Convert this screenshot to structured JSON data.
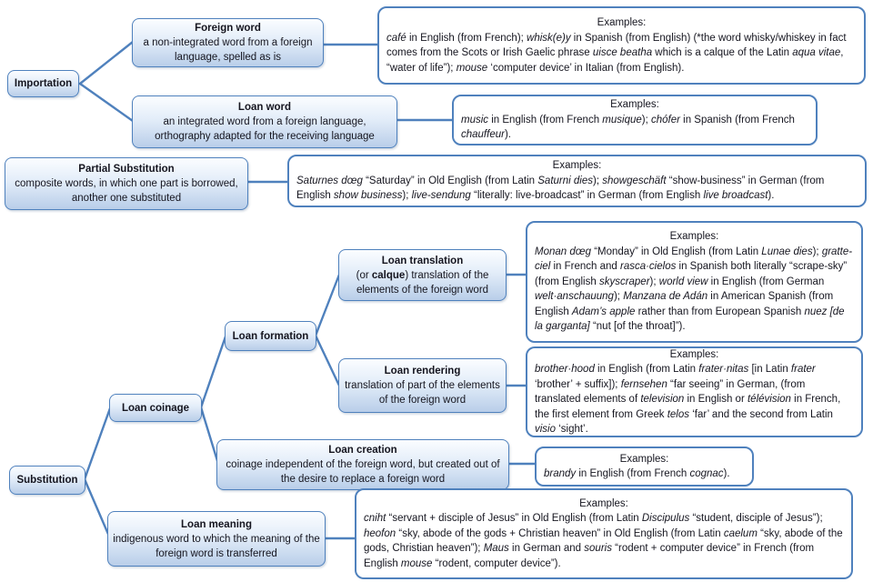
{
  "colors": {
    "accent": "#4f81bd",
    "node_fill_top": "#fbfdff",
    "node_fill_bottom": "#b9cee9",
    "example_background": "#ffffff",
    "text": "#15151f"
  },
  "nodes": {
    "importation": {
      "title": "Importation"
    },
    "foreign_word": {
      "title": "Foreign word",
      "desc": [
        [
          "r",
          "a non-integrated word from a foreign language, spelled as is"
        ]
      ]
    },
    "loan_word": {
      "title": "Loan word",
      "desc": [
        [
          "r",
          "an integrated word from a foreign language, orthography adapted for the receiving language"
        ]
      ]
    },
    "partial_substitution": {
      "title": "Partial Substitution",
      "desc": [
        [
          "r",
          "composite words, in which one part is borrowed, another one substituted"
        ]
      ]
    },
    "loan_translation": {
      "title": "Loan translation",
      "desc": [
        [
          "r",
          "(or "
        ],
        [
          "b",
          "calque"
        ],
        [
          "r",
          ") translation of the elements of the foreign word"
        ]
      ]
    },
    "loan_formation": {
      "title": "Loan formation"
    },
    "loan_rendering": {
      "title": "Loan rendering",
      "desc": [
        [
          "r",
          "translation of part of the elements of the foreign word"
        ]
      ]
    },
    "loan_coinage": {
      "title": "Loan coinage"
    },
    "loan_creation": {
      "title": "Loan creation",
      "desc": [
        [
          "r",
          "coinage independent of the foreign word, but created out of the desire to replace a foreign word"
        ]
      ]
    },
    "substitution": {
      "title": "Substitution"
    },
    "loan_meaning": {
      "title": "Loan meaning",
      "desc": [
        [
          "r",
          "indigenous word to which the meaning of the foreign word is transferred"
        ]
      ]
    }
  },
  "examples": {
    "foreign_word": {
      "header": "Examples:",
      "body": [
        [
          "i",
          "café"
        ],
        [
          "r",
          " in English (from French); "
        ],
        [
          "i",
          "whisk(e)y"
        ],
        [
          "r",
          " in Spanish (from English) (*the word whisky/whiskey in fact comes from the Scots or Irish Gaelic phrase "
        ],
        [
          "i",
          "uisce beatha"
        ],
        [
          "r",
          " which is a calque of the Latin "
        ],
        [
          "i",
          "aqua vitae"
        ],
        [
          "r",
          ", “water of life”); "
        ],
        [
          "i",
          "mouse"
        ],
        [
          "r",
          " ‘computer device’ in Italian (from English)."
        ]
      ]
    },
    "loan_word": {
      "header": "Examples:",
      "body": [
        [
          "i",
          "music"
        ],
        [
          "r",
          " in English (from French "
        ],
        [
          "i",
          "musique"
        ],
        [
          "r",
          "); "
        ],
        [
          "i",
          "chófer"
        ],
        [
          "r",
          " in Spanish (from French "
        ],
        [
          "i",
          "chauffeur"
        ],
        [
          "r",
          ")."
        ]
      ]
    },
    "partial_substitution": {
      "header": "Examples:",
      "body": [
        [
          "i",
          "Saturnes dœg"
        ],
        [
          "r",
          " “Saturday” in Old English (from Latin "
        ],
        [
          "i",
          "Saturni dies"
        ],
        [
          "r",
          "); "
        ],
        [
          "i",
          "showgeschäft"
        ],
        [
          "r",
          " “show-business” in German (from English "
        ],
        [
          "i",
          "show business"
        ],
        [
          "r",
          "); "
        ],
        [
          "i",
          "live-sendung"
        ],
        [
          "r",
          " “literally: live-broadcast” in German (from English "
        ],
        [
          "i",
          "live broadcast"
        ],
        [
          "r",
          ")."
        ]
      ]
    },
    "loan_translation": {
      "header": "Examples:",
      "body": [
        [
          "i",
          "Monan dœg"
        ],
        [
          "r",
          " “Monday” in Old English (from Latin "
        ],
        [
          "i",
          "Lunae dies"
        ],
        [
          "r",
          "); "
        ],
        [
          "i",
          "gratte-ciel"
        ],
        [
          "r",
          " in French and "
        ],
        [
          "i",
          "rasca·cielos"
        ],
        [
          "r",
          " in Spanish both literally “scrape-sky” (from English "
        ],
        [
          "i",
          "skyscraper"
        ],
        [
          "r",
          "); "
        ],
        [
          "i",
          "world view"
        ],
        [
          "r",
          " in English (from German "
        ],
        [
          "i",
          "welt·anschauung"
        ],
        [
          "r",
          "); "
        ],
        [
          "i",
          "Manzana de Adán"
        ],
        [
          "r",
          " in American Spanish (from English "
        ],
        [
          "i",
          "Adam’s apple"
        ],
        [
          "r",
          " rather than from European Spanish "
        ],
        [
          "i",
          "nuez [de la garganta]"
        ],
        [
          "r",
          " “nut [of the throat]”)."
        ]
      ]
    },
    "loan_rendering": {
      "header": "Examples:",
      "body": [
        [
          "i",
          "brother·hood"
        ],
        [
          "r",
          " in English (from Latin "
        ],
        [
          "i",
          "frater·nitas"
        ],
        [
          "r",
          " [in Latin "
        ],
        [
          "i",
          "frater"
        ],
        [
          "r",
          " ‘brother’ + suffix]); "
        ],
        [
          "i",
          "fernsehen"
        ],
        [
          "r",
          " “far seeing” in German, (from translated elements of "
        ],
        [
          "i",
          "television"
        ],
        [
          "r",
          " in English or "
        ],
        [
          "i",
          "télévision"
        ],
        [
          "r",
          " in French, the first element from Greek "
        ],
        [
          "i",
          "telos"
        ],
        [
          "r",
          " ‘far’ and the second from Latin "
        ],
        [
          "i",
          "visio"
        ],
        [
          "r",
          " ‘sight’."
        ]
      ]
    },
    "loan_creation": {
      "header": "Examples:",
      "body": [
        [
          "i",
          "brandy"
        ],
        [
          "r",
          " in English (from French "
        ],
        [
          "i",
          "cognac"
        ],
        [
          "r",
          ")."
        ]
      ]
    },
    "loan_meaning": {
      "header": "Examples:",
      "body": [
        [
          "i",
          "cniht"
        ],
        [
          "r",
          " “servant + disciple of Jesus” in Old English (from Latin "
        ],
        [
          "i",
          "Discipulus"
        ],
        [
          "r",
          " “student, disciple of Jesus”); "
        ],
        [
          "i",
          "heofon"
        ],
        [
          "r",
          " “sky, abode of the gods + Christian heaven” in Old English (from Latin "
        ],
        [
          "i",
          "caelum"
        ],
        [
          "r",
          " “sky, abode of the gods, Christian heaven”); "
        ],
        [
          "i",
          "Maus"
        ],
        [
          "r",
          " in German and "
        ],
        [
          "i",
          "souris"
        ],
        [
          "r",
          " “rodent + computer device” in French (from English "
        ],
        [
          "i",
          "mouse"
        ],
        [
          "r",
          " “rodent, computer device”)."
        ]
      ]
    }
  }
}
